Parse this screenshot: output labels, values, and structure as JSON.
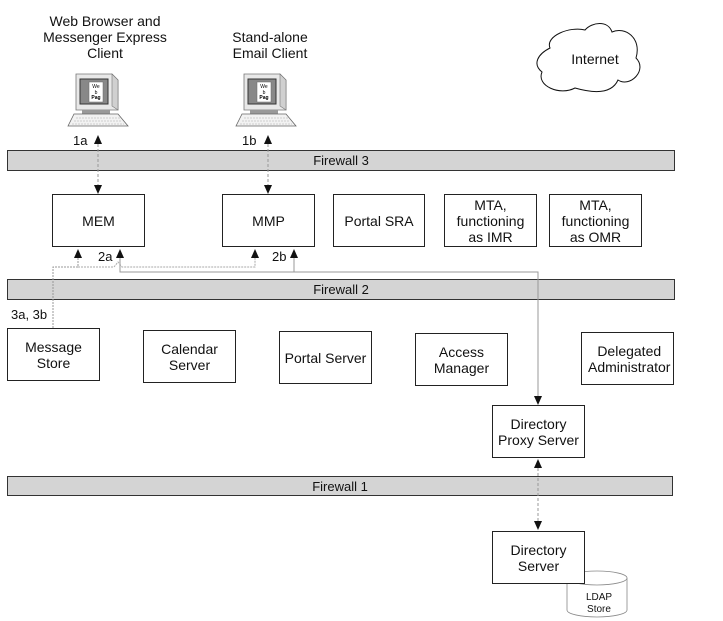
{
  "clients": {
    "web_browser": {
      "label": "Web Browser and\nMessenger Express\nClient",
      "screen_text": [
        "We",
        "b",
        "Pag"
      ]
    },
    "email_client": {
      "label": "Stand-alone\nEmail Client",
      "screen_text": [
        "We",
        "b",
        "Pag"
      ]
    }
  },
  "internet": {
    "label": "Internet"
  },
  "firewalls": {
    "fw3": "Firewall 3",
    "fw2": "Firewall 2",
    "fw1": "Firewall 1"
  },
  "tier1": {
    "mem": "MEM",
    "mmp": "MMP",
    "portal_sra": "Portal SRA",
    "mta_imr": "MTA,\nfunctioning\nas IMR",
    "mta_omr": "MTA,\nfunctioning\nas OMR"
  },
  "tier2": {
    "message_store": "Message\nStore",
    "calendar_server": "Calendar\nServer",
    "portal_server": "Portal Server",
    "access_manager": "Access\nManager",
    "delegated_admin": "Delegated\nAdministrator",
    "directory_proxy": "Directory\nProxy Server"
  },
  "tier3": {
    "directory_server": "Directory\nServer",
    "ldap_store": "LDAP\nStore"
  },
  "step_labels": {
    "s1a": "1a",
    "s1b": "1b",
    "s2a": "2a",
    "s2b": "2b",
    "s3": "3a, 3b"
  }
}
